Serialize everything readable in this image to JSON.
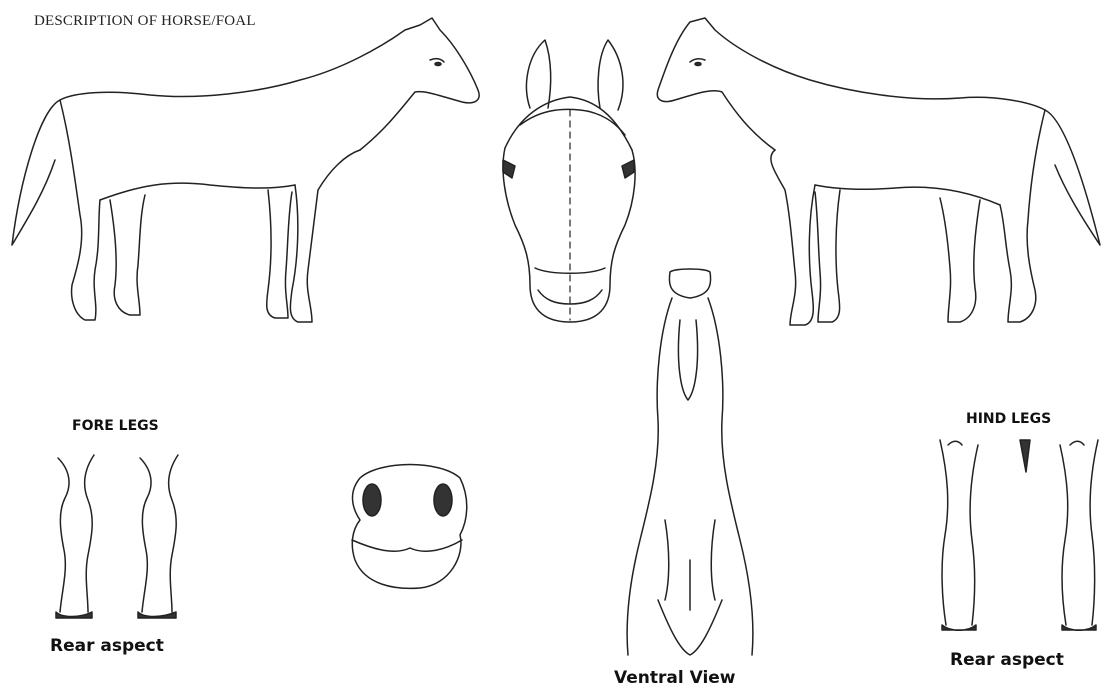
{
  "title": "DESCRIPTION OF HORSE/FOAL",
  "labels": {
    "fore_legs": "FORE LEGS",
    "fore_rear_aspect": "Rear aspect",
    "hind_legs": "HIND LEGS",
    "hind_rear_aspect": "Rear aspect",
    "ventral_view": "Ventral View"
  },
  "colors": {
    "ink": "#222222",
    "background": "#ffffff"
  }
}
